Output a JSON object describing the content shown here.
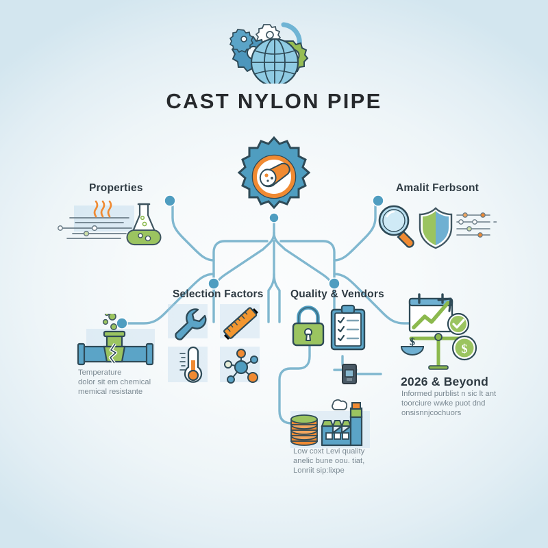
{
  "page": {
    "title": "CAST NYLON PIPE",
    "background_top_left": "#c2dcea",
    "background_center": "#fafbfc",
    "accent_blue": "#4f9dc0",
    "accent_blue_dark": "#3b7d9e",
    "accent_green": "#8cb94e",
    "accent_orange": "#ef8030",
    "connector_color": "#7ab4cd",
    "heading_color": "#2e3a42",
    "caption_color": "#7c8a93"
  },
  "header": {
    "title": "CAST NYLON PIPE",
    "logo_icon": "gears-globe-icon"
  },
  "hub": {
    "icon": "gear-pipe-hub-icon",
    "label": ""
  },
  "branches": [
    {
      "id": "properties",
      "heading": "Properties",
      "icons": [
        "document-lines-icon",
        "heat-waves-icon",
        "flask-icon"
      ],
      "caption": ""
    },
    {
      "id": "analysis",
      "heading": "Amalit Ferbsont",
      "icons": [
        "magnifier-icon",
        "shield-icon",
        "settings-sliders-icon"
      ],
      "caption": ""
    },
    {
      "id": "selection-factors",
      "heading": "Selection Factors",
      "icons": [
        "wrench-icon",
        "ruler-icon",
        "thermometer-icon",
        "molecule-icon"
      ],
      "caption": ""
    },
    {
      "id": "quality-vendors",
      "heading": "Quality & Vendors",
      "icons": [
        "lock-icon",
        "clipboard-checklist-icon"
      ],
      "caption": ""
    },
    {
      "id": "pipe-resistance",
      "heading": "",
      "icons": [
        "broken-pipe-icon",
        "bubbles-icon"
      ],
      "caption": "Temperature\ndolor sit em chemical\nmemical resistante"
    },
    {
      "id": "cost-production",
      "heading": "",
      "icons": [
        "coins-stack-icon",
        "factory-icon"
      ],
      "caption": "Low coxt Levi quality\nanelic bune oou. tiat,\nLonriit sip:lixpe"
    },
    {
      "id": "future-outlook",
      "heading": "2026 & Beyond",
      "icons": [
        "calendar-growth-chart-icon",
        "check-badge-icon",
        "balance-scale-icon",
        "money-bag-icon"
      ],
      "caption": "Informed purblist n sic lt ant\ntoorciure wwke puot dnd\nonsisnnjcochuors"
    }
  ],
  "misc": {
    "small_device_icon": "small-meter-icon"
  }
}
